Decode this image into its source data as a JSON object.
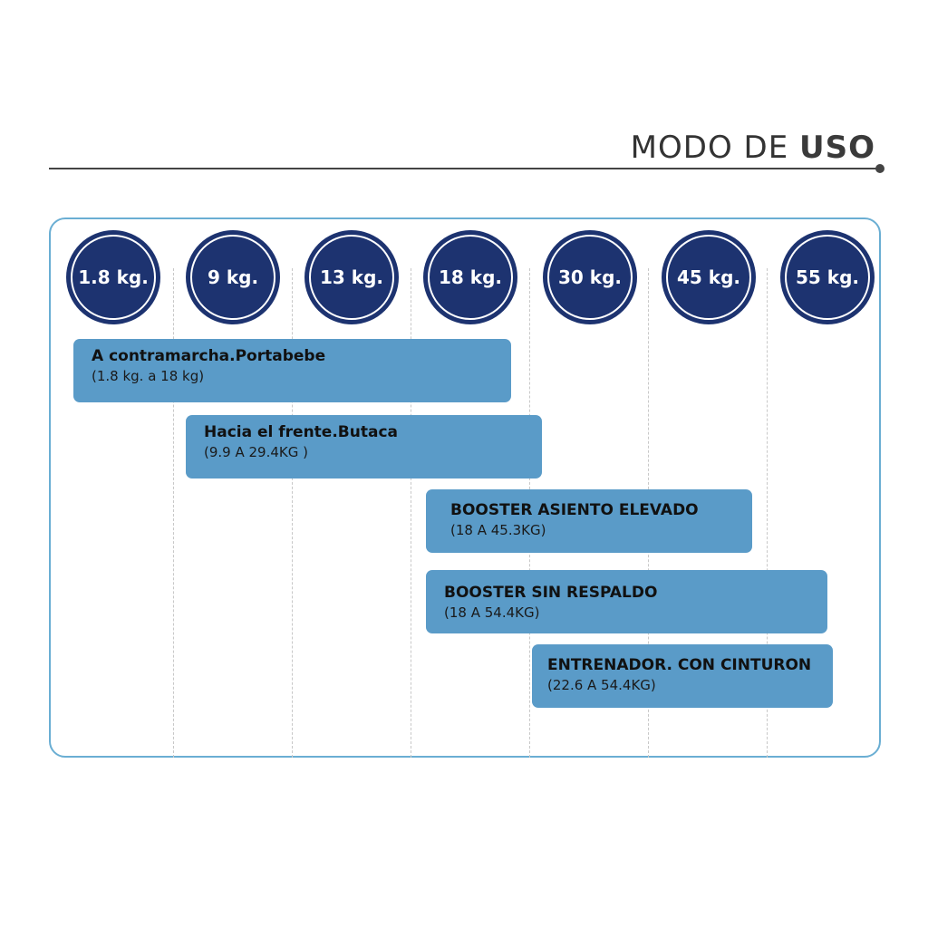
{
  "header": {
    "title_light": "MODO DE ",
    "title_bold": "USO"
  },
  "weights": [
    "1.8 kg.",
    "9 kg.",
    "13 kg.",
    "18 kg.",
    "30 kg.",
    "45 kg.",
    "55 kg."
  ],
  "modes": [
    {
      "title": "A contramarcha.Portabebe",
      "range": "(1.8 kg. a 18 kg)"
    },
    {
      "title": "Hacia el frente.Butaca",
      "range": "(9.9 A 29.4KG )"
    },
    {
      "title": "BOOSTER ASIENTO ELEVADO",
      "range": "(18 A 45.3KG)"
    },
    {
      "title": "BOOSTER SIN RESPALDO",
      "range": "(18 A 54.4KG)"
    },
    {
      "title": "ENTRENADOR. CON CINTURON",
      "range": "(22.6 A  54.4KG)"
    }
  ],
  "colors": {
    "circle": "#1d3370",
    "bar": "#5a9bc8",
    "panel_border": "#6aaed3"
  }
}
